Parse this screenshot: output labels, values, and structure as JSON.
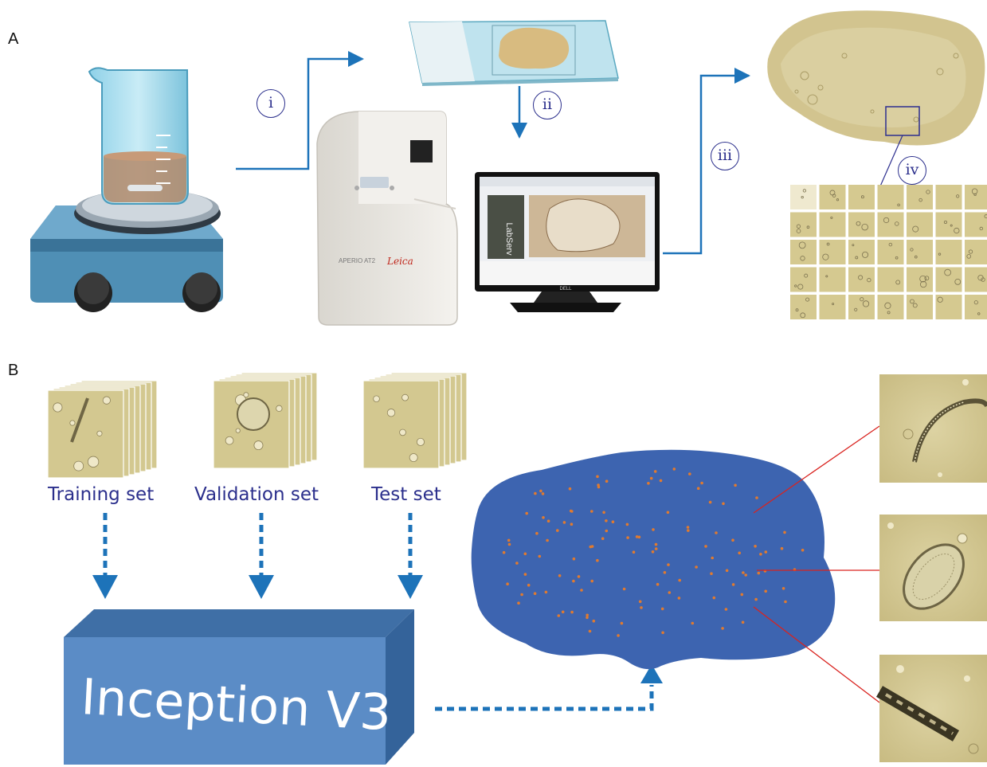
{
  "panels": {
    "a": "A",
    "b": "B"
  },
  "steps": [
    "i",
    "ii",
    "iii",
    "iv"
  ],
  "scanner": {
    "model": "APERIO AT2",
    "brand": "Leica"
  },
  "monitor": {
    "brand": "DELL",
    "slide_label": "LabServ"
  },
  "datasets": {
    "training": "Training set",
    "validation": "Validation set",
    "test": "Test set"
  },
  "model": {
    "name": "Inception V3"
  },
  "colors": {
    "arrow": "#1d73b9",
    "label_text": "#2b2f8c",
    "box_front": "#5b8cc6",
    "box_top": "#3f6fa6",
    "box_side": "#34639a",
    "blob": "#3d64b0",
    "dots": "#e07a2f",
    "connectors": "#d9231f",
    "microscopy_bg": "#d7cc95",
    "smear": "#d2c48f"
  }
}
